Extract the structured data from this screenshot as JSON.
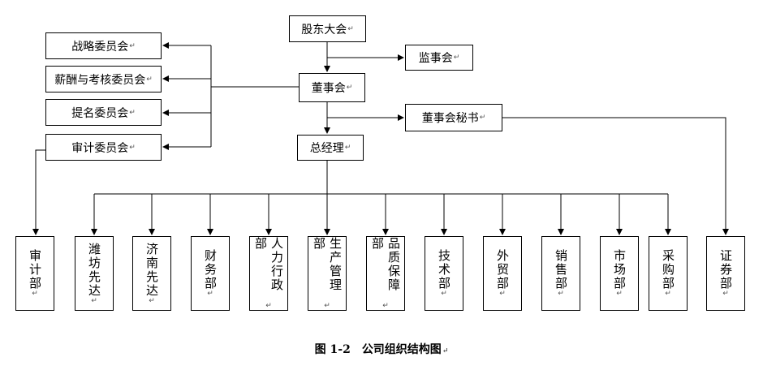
{
  "top": {
    "shareholders": "股东大会",
    "supervisory": "监事会",
    "board": "董事会",
    "secretary": "董事会秘书",
    "gm": "总经理"
  },
  "committees": [
    "战略委员会",
    "薪酬与考核委员会",
    "提名委员会",
    "审计委员会"
  ],
  "departments": [
    "审计部",
    "潍坊先达",
    "济南先达",
    "财务部",
    "人力行政部",
    "生产管理部",
    "品质保障部",
    "技术部",
    "外贸部",
    "销售部",
    "市场部",
    "采购部",
    "证券部"
  ],
  "return_mark": "↵",
  "caption": {
    "number": "图 1-2",
    "title": "公司组织结构图"
  }
}
